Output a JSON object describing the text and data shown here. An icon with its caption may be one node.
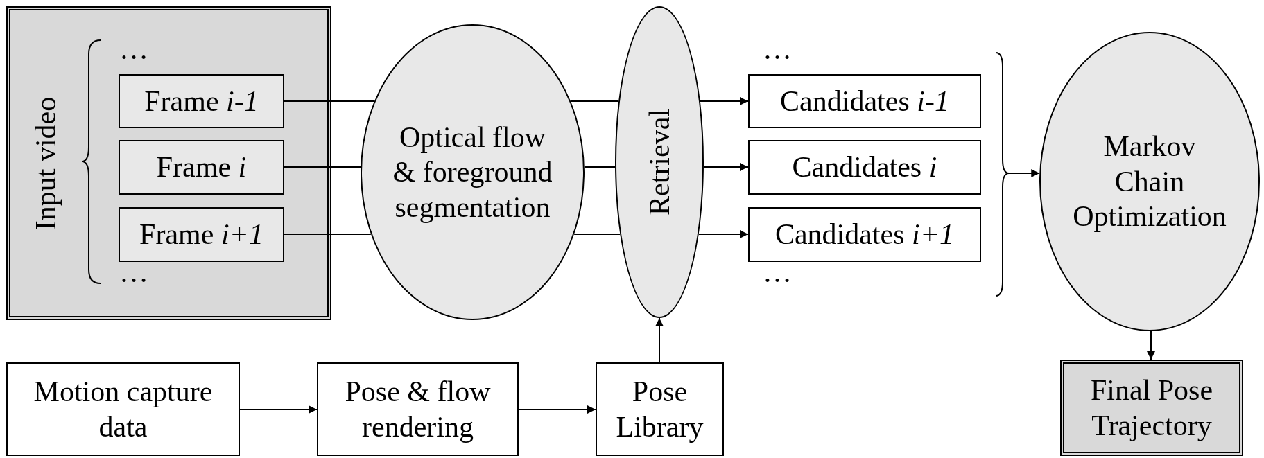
{
  "diagram": {
    "nodes": [
      {
        "text": [
          "Input video"
        ]
      },
      {
        "text": [
          "Frame *i-1*"
        ],
        "in": 0
      },
      {
        "text": [
          "Frame *i*"
        ],
        "in": 0
      },
      {
        "text": [
          "Frame *i+1*"
        ],
        "in": 0
      },
      {
        "text": [
          "Optical flow & foreground segmentation"
        ]
      },
      {
        "text": [
          "Retrieval"
        ]
      },
      {
        "text": [
          "Candidates *i-1*"
        ]
      },
      {
        "text": [
          "Candidates *i*"
        ]
      },
      {
        "text": [
          "Candidates *i+1*"
        ]
      },
      {
        "text": [
          "Markov Chain Optimization"
        ]
      },
      {
        "text": [
          "Final Pose Trajectory"
        ]
      },
      {
        "text": [
          "Motion capture data"
        ]
      },
      {
        "text": [
          "Pose & flow rendering"
        ]
      },
      {
        "text": [
          "Pose Library"
        ]
      }
    ],
    "edges": [
      {
        "from": 1,
        "to": 4,
        "arrow": "none"
      },
      {
        "from": 2,
        "to": 4,
        "arrow": "none"
      },
      {
        "from": 3,
        "to": 4,
        "arrow": "none"
      },
      {
        "from": 4,
        "to": 5,
        "arrow": "none"
      },
      {
        "from": 4,
        "to": 5,
        "arrow": "none"
      },
      {
        "from": 4,
        "to": 5,
        "arrow": "none"
      },
      {
        "from": 5,
        "to": 6,
        "arrow": "to"
      },
      {
        "from": 5,
        "to": 7,
        "arrow": "to"
      },
      {
        "from": 5,
        "to": 8,
        "arrow": "to"
      },
      {
        "from": null,
        "to": 9,
        "arrow": "to"
      },
      {
        "from": 9,
        "to": 10,
        "arrow": "to"
      },
      {
        "from": 11,
        "to": 12,
        "arrow": "to"
      },
      {
        "from": 12,
        "to": 13,
        "arrow": "to"
      },
      {
        "from": 13,
        "to": 5,
        "arrow": "to"
      }
    ],
    "labels": [
      "…",
      "…",
      "…",
      "…"
    ]
  }
}
